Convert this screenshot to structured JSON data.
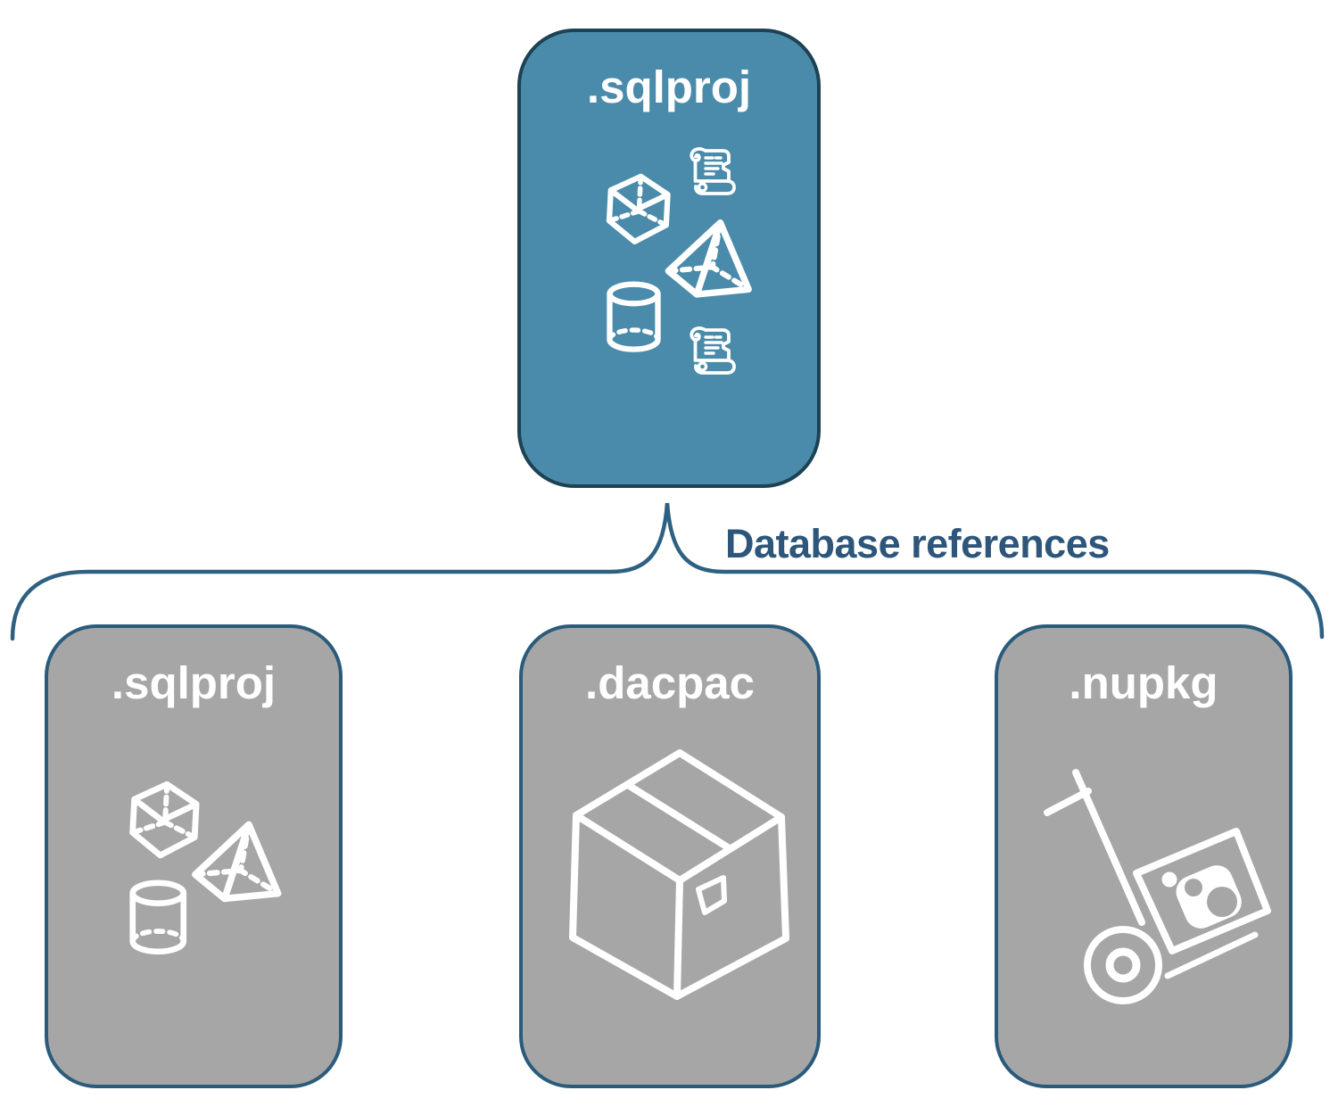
{
  "heading": {
    "label": "Database references"
  },
  "root_node": {
    "label": ".sqlproj",
    "icons": [
      "cube-icon",
      "script-scroll-icon",
      "pyramid-icon",
      "database-cylinder-icon",
      "script-scroll-icon"
    ]
  },
  "child_nodes": [
    {
      "label": ".sqlproj",
      "icons": [
        "cube-icon",
        "pyramid-icon",
        "database-cylinder-icon"
      ]
    },
    {
      "label": ".dacpac",
      "icons": [
        "package-box-icon"
      ]
    },
    {
      "label": ".nupkg",
      "icons": [
        "nuget-hand-truck-icon"
      ]
    }
  ],
  "colors": {
    "root_fill": "#4A8BAB",
    "root_border": "#1C4254",
    "child_fill": "#A6A6A6",
    "child_border": "#2B5B7B",
    "connector_line": "#2E6181",
    "heading_text": "#2D567A",
    "icon": "#FFFFFF"
  }
}
